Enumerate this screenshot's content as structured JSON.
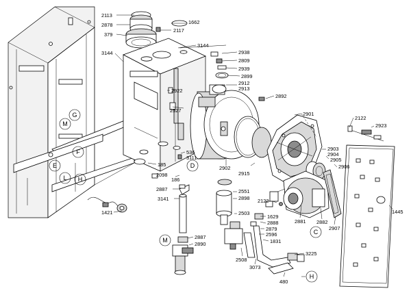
{
  "diagram": {
    "part_numbers": [
      {
        "key": "p2113",
        "text": "2113"
      },
      {
        "key": "p1662",
        "text": "1662"
      },
      {
        "key": "p2878",
        "text": "2878"
      },
      {
        "key": "p2117",
        "text": "2117"
      },
      {
        "key": "p379",
        "text": "379"
      },
      {
        "key": "p3144a",
        "text": "3144"
      },
      {
        "key": "p3144b",
        "text": "3144"
      },
      {
        "key": "p2938",
        "text": "2938"
      },
      {
        "key": "p2809",
        "text": "2809"
      },
      {
        "key": "p2939",
        "text": "2939"
      },
      {
        "key": "p2899",
        "text": "2899"
      },
      {
        "key": "p2912",
        "text": "2912"
      },
      {
        "key": "p2913",
        "text": "2913"
      },
      {
        "key": "p2922",
        "text": "2922"
      },
      {
        "key": "p2892",
        "text": "2892"
      },
      {
        "key": "p2527",
        "text": "2527"
      },
      {
        "key": "p2901",
        "text": "2901"
      },
      {
        "key": "p2122a",
        "text": "2122"
      },
      {
        "key": "p2923",
        "text": "2923"
      },
      {
        "key": "p536",
        "text": "536"
      },
      {
        "key": "p3111",
        "text": "3111"
      },
      {
        "key": "p185",
        "text": "185"
      },
      {
        "key": "p2902",
        "text": "2902"
      },
      {
        "key": "p2903",
        "text": "2903"
      },
      {
        "key": "p2904",
        "text": "2904"
      },
      {
        "key": "p2905",
        "text": "2905"
      },
      {
        "key": "p2906",
        "text": "2906"
      },
      {
        "key": "p2915",
        "text": "2915"
      },
      {
        "key": "p2098",
        "text": "2098"
      },
      {
        "key": "p186",
        "text": "186"
      },
      {
        "key": "p2887a",
        "text": "2887"
      },
      {
        "key": "p2551",
        "text": "2551"
      },
      {
        "key": "p2898",
        "text": "2898"
      },
      {
        "key": "p3141",
        "text": "3141"
      },
      {
        "key": "p2122b",
        "text": "2122"
      },
      {
        "key": "p1445",
        "text": "1445"
      },
      {
        "key": "p1421",
        "text": "1421"
      },
      {
        "key": "p2503",
        "text": "2503"
      },
      {
        "key": "p1629",
        "text": "1629"
      },
      {
        "key": "p2888",
        "text": "2888"
      },
      {
        "key": "p2879",
        "text": "2879"
      },
      {
        "key": "p2596",
        "text": "2596"
      },
      {
        "key": "p1831",
        "text": "1831"
      },
      {
        "key": "p2881",
        "text": "2881"
      },
      {
        "key": "p2882",
        "text": "2882"
      },
      {
        "key": "p2907",
        "text": "2907"
      },
      {
        "key": "p2887b",
        "text": "2887"
      },
      {
        "key": "p2890",
        "text": "2890"
      },
      {
        "key": "p2508",
        "text": "2508"
      },
      {
        "key": "p3073",
        "text": "3073"
      },
      {
        "key": "p3225",
        "text": "3225"
      },
      {
        "key": "p480",
        "text": "480"
      }
    ],
    "circled_letters": [
      {
        "key": "cG",
        "text": "G"
      },
      {
        "key": "cM1",
        "text": "M"
      },
      {
        "key": "cF",
        "text": "F"
      },
      {
        "key": "cE",
        "text": "E"
      },
      {
        "key": "cL",
        "text": "L"
      },
      {
        "key": "cH1",
        "text": "H"
      },
      {
        "key": "cD",
        "text": "D"
      },
      {
        "key": "cC",
        "text": "C"
      },
      {
        "key": "cM2",
        "text": "M"
      },
      {
        "key": "cH2",
        "text": "H"
      }
    ]
  }
}
